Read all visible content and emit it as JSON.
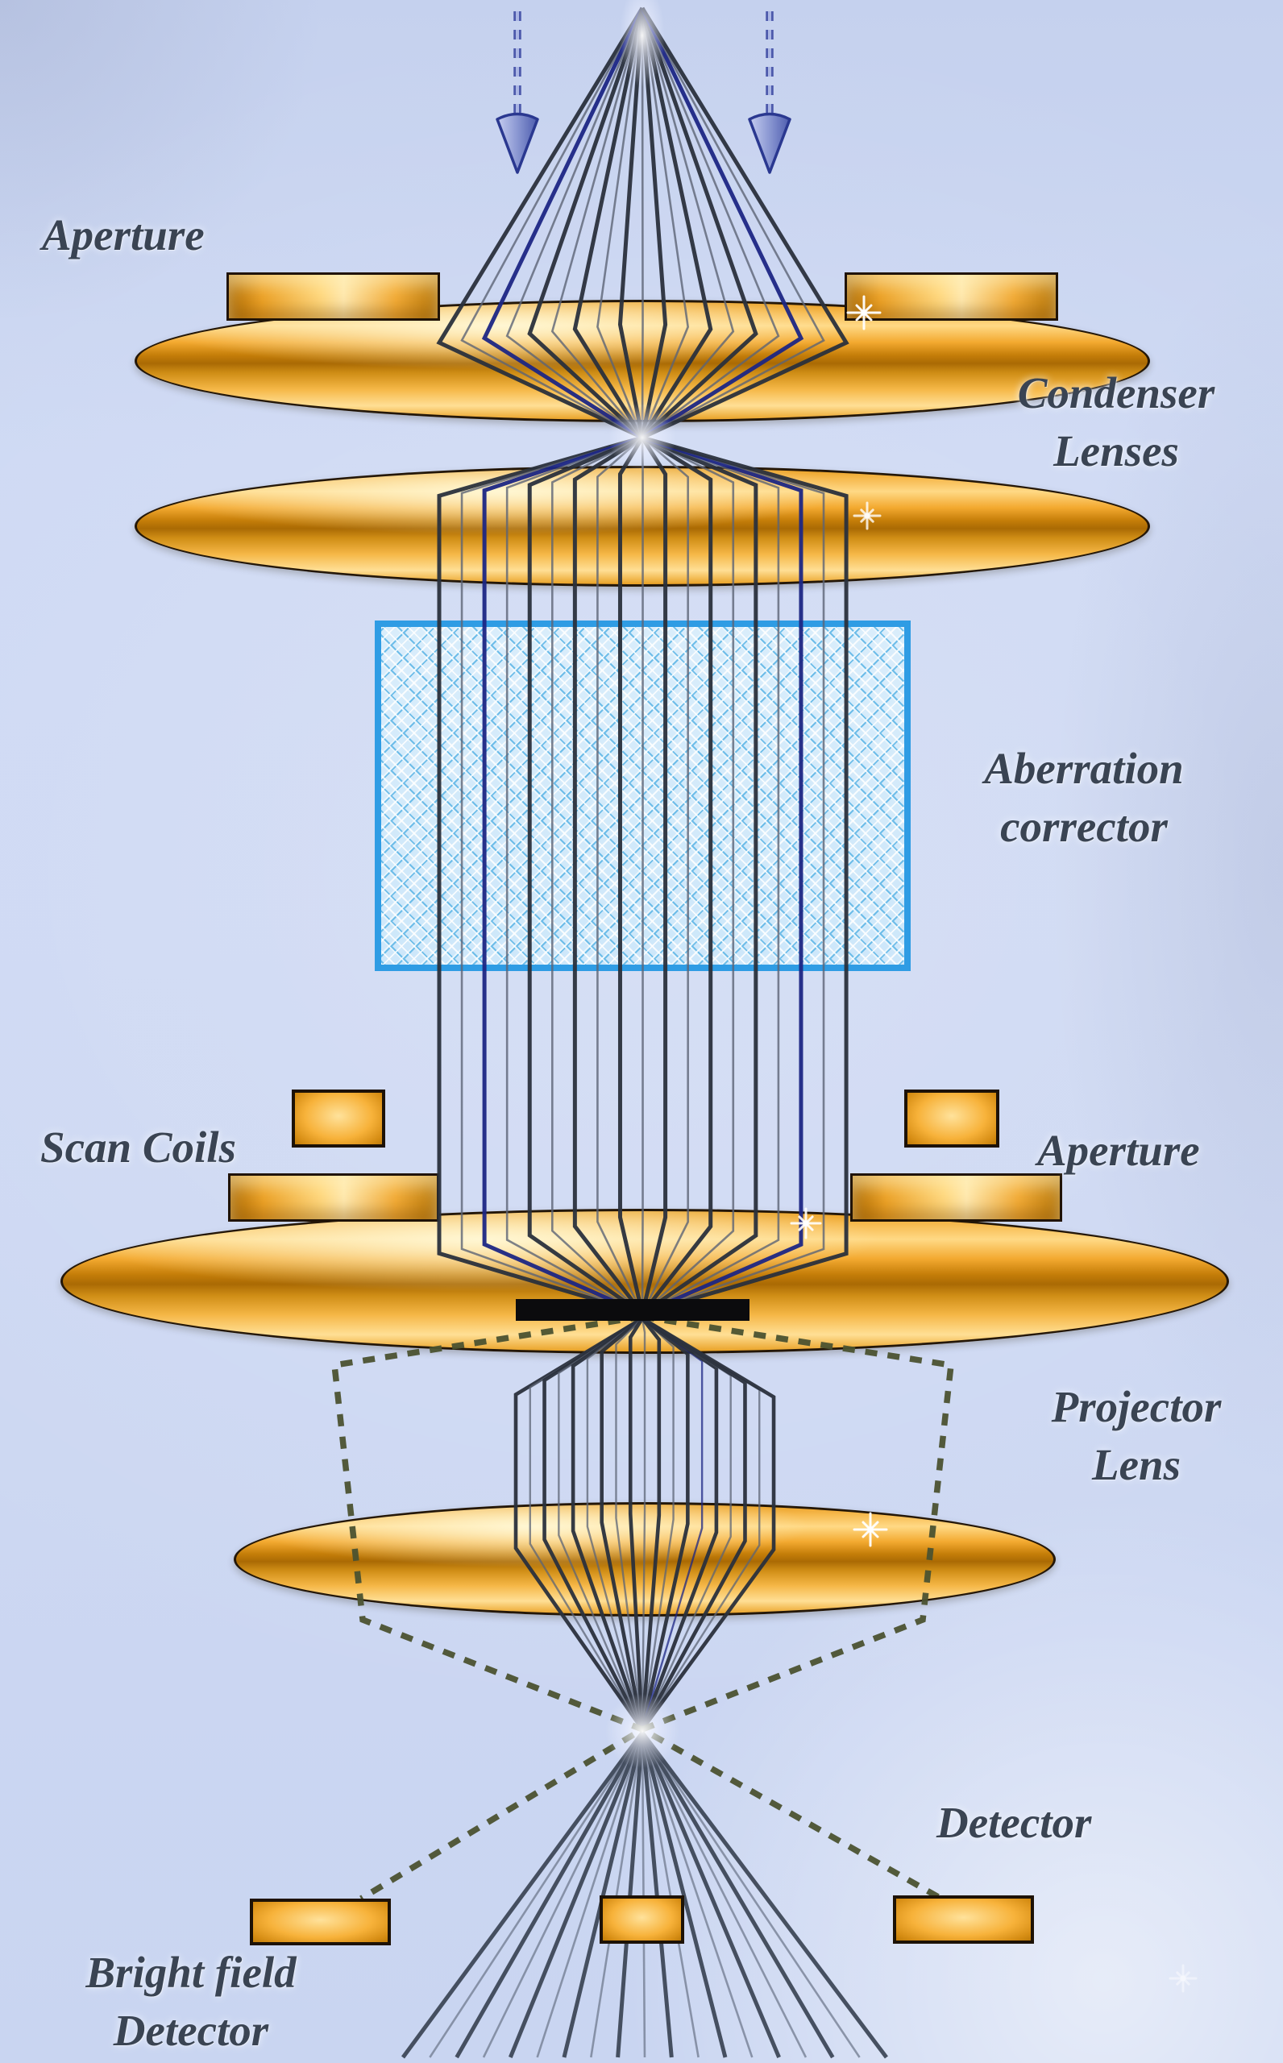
{
  "labels": {
    "aperture_top": "Aperture",
    "condenser_line1": "Condenser",
    "condenser_line2": "Lenses",
    "aberration_line1": "Aberration",
    "aberration_line2": "corrector",
    "scan_coils": "Scan Coils",
    "aperture_mid": "Aperture",
    "projector_line1": "Projector",
    "projector_line2": "Lens",
    "detector": "Detector",
    "bright_field_line1": "Bright field",
    "bright_field_line2": "Detector"
  },
  "colors": {
    "background": "#ccd7f1",
    "lens_orange": "#f2a52e",
    "lens_highlight": "#ffe2a0",
    "lens_dark": "#b87708",
    "outline_black": "#201306",
    "beam_dark": "#2a303c",
    "beam_thin": "#5c6476",
    "beam_navy": "#1c2684",
    "fan_dark": "#3a4354",
    "fan_thin": "#6a7388",
    "arrow_shaft": "#4c59ab",
    "arrow_core": "#b6c0ea",
    "arrow_outline": "#2a3890",
    "dashed_olive": "#4b5230",
    "corrector_border": "#2f9ce4",
    "corrector_lattice": "#6ebde9",
    "text": "#3a4453",
    "sparkle": "#ffffff"
  }
}
